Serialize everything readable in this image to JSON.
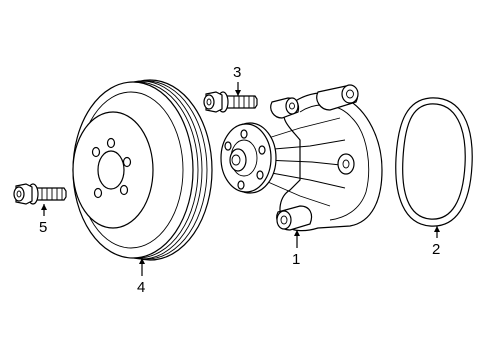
{
  "callouts": {
    "water_pump": "1",
    "gasket": "2",
    "pump_bolt": "3",
    "pulley": "4",
    "pulley_bolt": "5"
  }
}
